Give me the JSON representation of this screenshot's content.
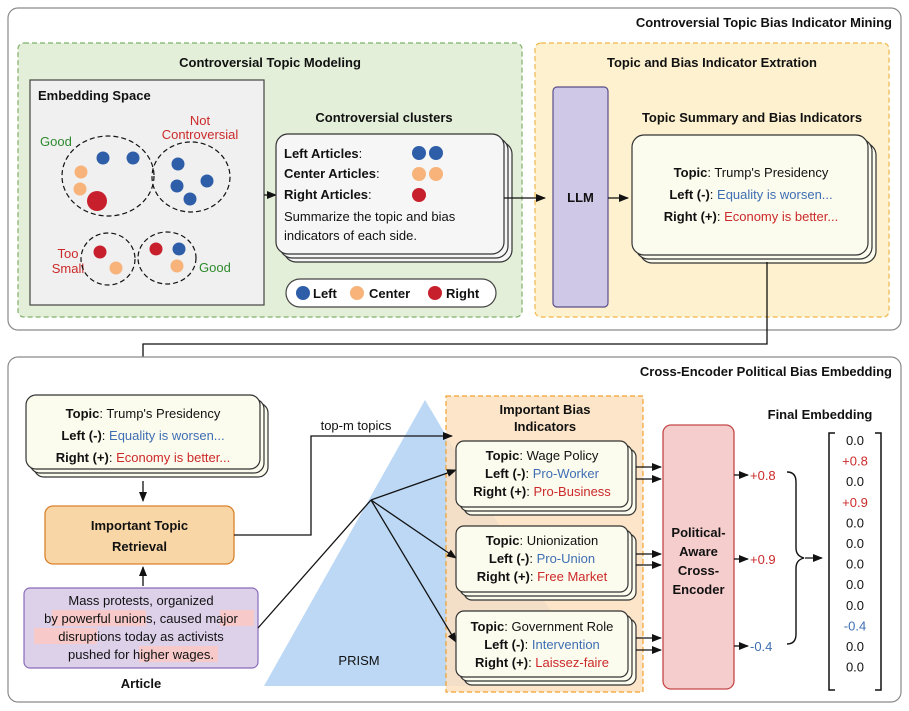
{
  "colors": {
    "left_dot": "#2f5ea8",
    "center_dot": "#f7b37a",
    "right_dot": "#c81f2d",
    "green_panel": "#e3efd9",
    "yellow_panel": "#fdf1cf",
    "llm_box": "#cfc8e6",
    "retrieval_box": "#f9d6a5",
    "article_box": "#ddd1ea",
    "encoder_box": "#f6cdcd",
    "prism": "#bcd8f5",
    "label_blue": "#3f6fb3",
    "label_red": "#cc2a2a",
    "label_green": "#2e8b2e"
  },
  "mining": {
    "title": "Controversial Topic Bias Indicator Mining",
    "modeling": {
      "title": "Controversial Topic Modeling",
      "embedding_space": {
        "title": "Embedding Space",
        "good_1": "Good",
        "not_controversial": [
          "Not",
          "Controversial"
        ],
        "too_small": [
          "Too",
          "Small"
        ],
        "good_2": "Good"
      },
      "clusters": {
        "title": "Controversial clusters",
        "left_label": "Left Articles",
        "center_label": "Center Articles",
        "right_label": "Right Articles",
        "colon": ":",
        "summary_lines": [
          "Summarize the topic and bias",
          "indicators of each side."
        ]
      },
      "legend": {
        "left": "Left",
        "center": "Center",
        "right": "Right"
      }
    },
    "extraction": {
      "title": "Topic and Bias Indicator Extration",
      "llm": "LLM",
      "summary_title": "Topic Summary and Bias Indicators",
      "topic_label": "Topic",
      "topic_value": ": Trump's Presidency",
      "left_label": "Left (-)",
      "left_value": "Equality is worsen...",
      "right_label": "Right (+)",
      "right_value": "Economy is better..."
    }
  },
  "embedding": {
    "title": "Cross-Encoder Political Bias Embedding",
    "topic_card": {
      "topic_label": "Topic",
      "topic_value": ": Trump's Presidency",
      "left_label": "Left (-)",
      "left_value": "Equality is worsen...",
      "right_label": "Right (+)",
      "right_value": "Economy is better..."
    },
    "retrieval": [
      "Important Topic",
      "Retrieval"
    ],
    "article": {
      "lines": [
        [
          "Mass protests, organized"
        ],
        [
          "by ",
          "powerful unions",
          ", caused ",
          "major"
        ],
        [
          "disruptions",
          " today as activists"
        ],
        [
          "pushed for ",
          "higher wages",
          "."
        ]
      ],
      "caption": "Article"
    },
    "top_m": "top-m topics",
    "prism": "PRISM",
    "important_title": [
      "Important Bias",
      "Indicators"
    ],
    "indicators": [
      {
        "topic": "Wage Policy",
        "left": "Pro-Worker",
        "right": "Pro-Business"
      },
      {
        "topic": "Unionization",
        "left": "Pro-Union",
        "right": "Free Market"
      },
      {
        "topic": "Government Role",
        "left": "Intervention",
        "right": "Laissez-faire"
      }
    ],
    "card_labels": {
      "topic": "Topic",
      "left": "Left (-)",
      "right": "Right (+)",
      "sep": ": "
    },
    "encoder": [
      "Political-",
      "Aware",
      "Cross-",
      "Encoder"
    ],
    "scores": [
      "+0.8",
      "+0.9",
      "-0.4"
    ],
    "final_title": "Final Embedding",
    "final_values": [
      "0.0",
      "+0.8",
      "0.0",
      "+0.9",
      "0.0",
      "0.0",
      "0.0",
      "0.0",
      "0.0",
      "-0.4",
      "0.0",
      "0.0"
    ]
  }
}
